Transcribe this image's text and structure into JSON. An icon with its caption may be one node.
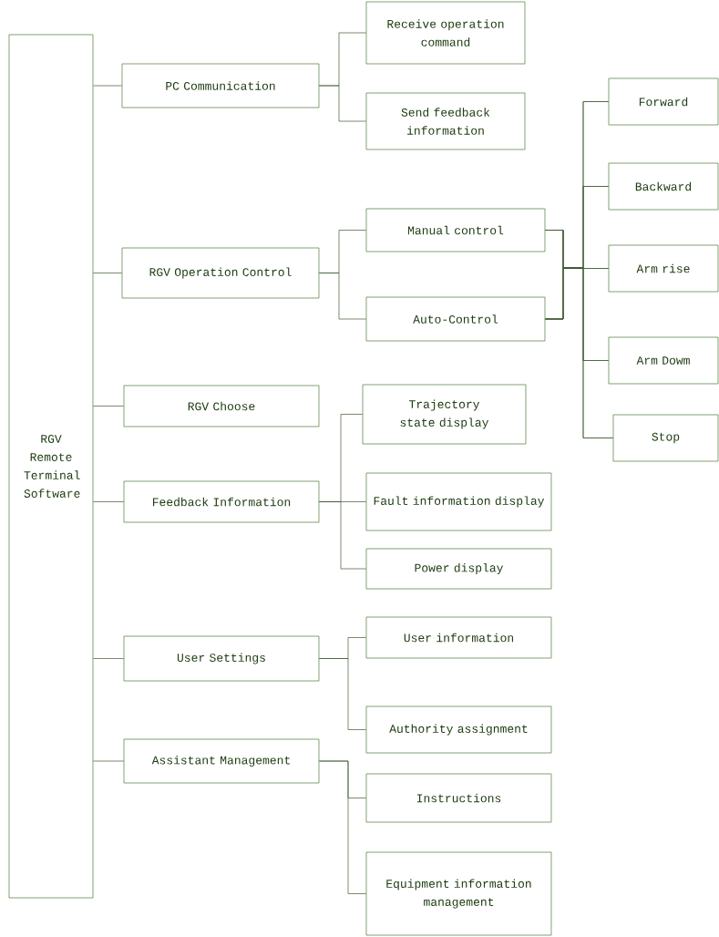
{
  "diagram": {
    "nodes": [
      {
        "text": [
          "RGV Remote Terminal Software"
        ]
      },
      {
        "text": [
          "PC Communication"
        ]
      },
      {
        "text": [
          "Receive operation command"
        ]
      },
      {
        "text": [
          "Send feedback information"
        ]
      },
      {
        "text": [
          "RGV Operation Control"
        ]
      },
      {
        "text": [
          "Manual control"
        ]
      },
      {
        "text": [
          "Auto-Control"
        ]
      },
      {
        "text": [
          "Forward"
        ]
      },
      {
        "text": [
          "Backward"
        ]
      },
      {
        "text": [
          "Arm rise"
        ]
      },
      {
        "text": [
          "Arm Dowm"
        ]
      },
      {
        "text": [
          "Stop"
        ]
      },
      {
        "text": [
          "RGV Choose"
        ]
      },
      {
        "text": [
          "Feedback Information"
        ]
      },
      {
        "text": [
          "Trajectory state display"
        ]
      },
      {
        "text": [
          "Fault information display"
        ]
      },
      {
        "text": [
          "Power display"
        ]
      },
      {
        "text": [
          "User Settings"
        ]
      },
      {
        "text": [
          "User information"
        ]
      },
      {
        "text": [
          "Authority assignment"
        ]
      },
      {
        "text": [
          "Assistant Management"
        ]
      },
      {
        "text": [
          "Instructions"
        ]
      },
      {
        "text": [
          "Equipment information management"
        ]
      }
    ],
    "edges": [
      {
        "from": 0,
        "to": 1,
        "arrow": "none"
      },
      {
        "from": 0,
        "to": 4,
        "arrow": "none"
      },
      {
        "from": 0,
        "to": 12,
        "arrow": "none"
      },
      {
        "from": 0,
        "to": 13,
        "arrow": "none"
      },
      {
        "from": 0,
        "to": 17,
        "arrow": "none"
      },
      {
        "from": 0,
        "to": 20,
        "arrow": "none"
      },
      {
        "from": 1,
        "to": 2,
        "arrow": "none"
      },
      {
        "from": 1,
        "to": 3,
        "arrow": "none"
      },
      {
        "from": 4,
        "to": 5,
        "arrow": "none"
      },
      {
        "from": 4,
        "to": 6,
        "arrow": "none"
      },
      {
        "from": 5,
        "to": 7,
        "arrow": "none"
      },
      {
        "from": 5,
        "to": 8,
        "arrow": "none"
      },
      {
        "from": 5,
        "to": 9,
        "arrow": "none"
      },
      {
        "from": 5,
        "to": 10,
        "arrow": "none"
      },
      {
        "from": 5,
        "to": 11,
        "arrow": "none"
      },
      {
        "from": 6,
        "to": 7,
        "arrow": "none"
      },
      {
        "from": 6,
        "to": 8,
        "arrow": "none"
      },
      {
        "from": 6,
        "to": 9,
        "arrow": "none"
      },
      {
        "from": 6,
        "to": 10,
        "arrow": "none"
      },
      {
        "from": 6,
        "to": 11,
        "arrow": "none"
      },
      {
        "from": 13,
        "to": 14,
        "arrow": "none"
      },
      {
        "from": 13,
        "to": 15,
        "arrow": "none"
      },
      {
        "from": 13,
        "to": 16,
        "arrow": "none"
      },
      {
        "from": 17,
        "to": 18,
        "arrow": "none"
      },
      {
        "from": 17,
        "to": 19,
        "arrow": "none"
      },
      {
        "from": 20,
        "to": 21,
        "arrow": "none"
      },
      {
        "from": 20,
        "to": 22,
        "arrow": "none"
      }
    ]
  }
}
